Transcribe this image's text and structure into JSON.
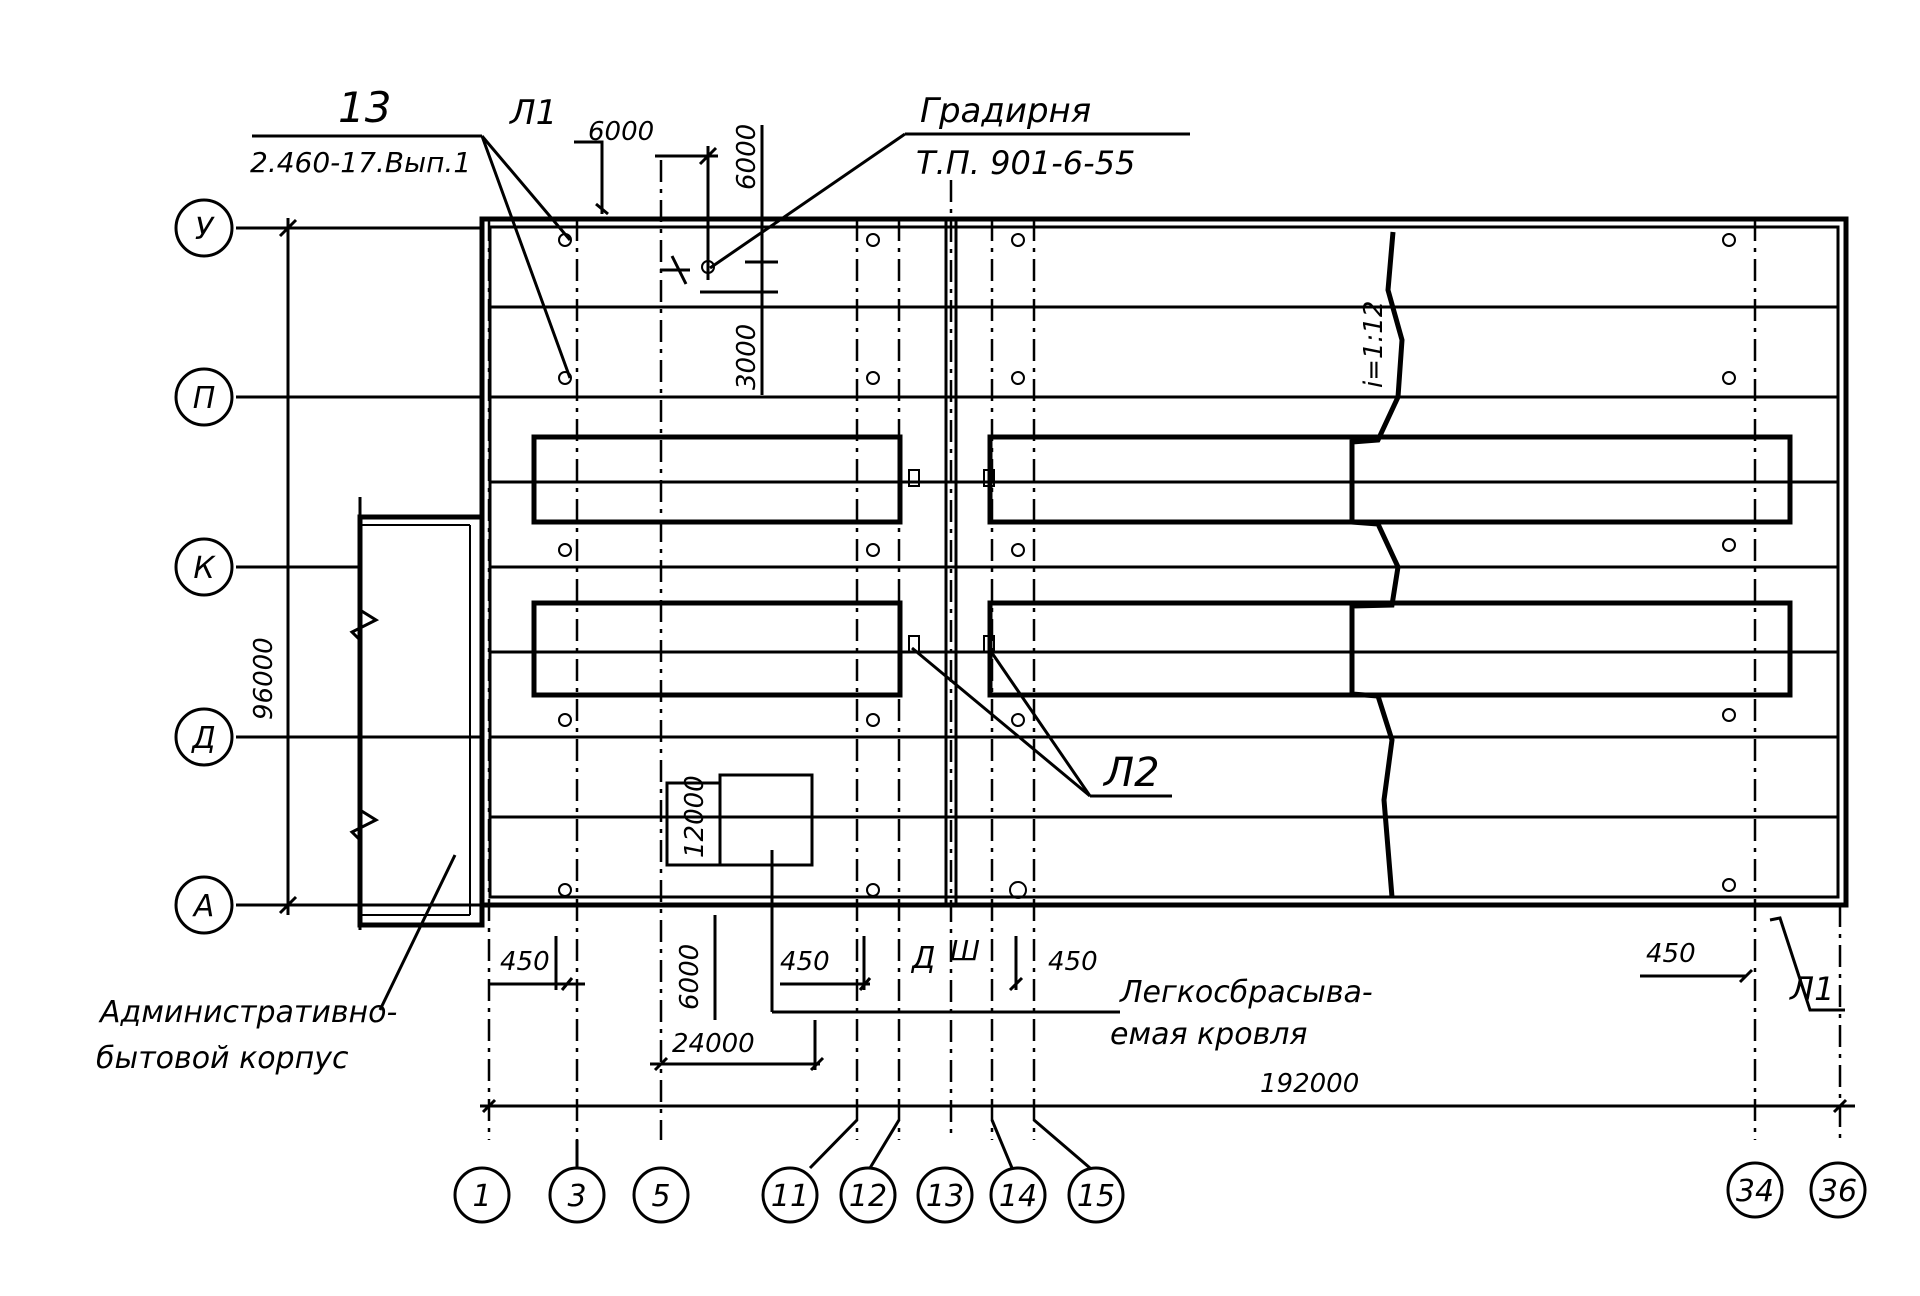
{
  "axes": {
    "rows": [
      "У",
      "П",
      "К",
      "Д",
      "А"
    ],
    "columns": [
      "1",
      "3",
      "5",
      "11",
      "12",
      "13",
      "14",
      "15",
      "34",
      "36"
    ]
  },
  "labels": {
    "sheet_number": "13",
    "sheet_ref": "2.460-17.Вып.1",
    "cooling_tower": "Градирня",
    "cooling_tower_ref": "Т.П. 901-6-55",
    "ladder_1": "Л1",
    "ladder_1_right": "Л1",
    "ladder_2": "Л2",
    "slope": "i=1:12",
    "admin_line1": "Административно-",
    "admin_line2": "бытовой корпус",
    "roof_line1": "Легкосбрасыва-",
    "roof_line2": "емая кровля",
    "d_mark": "Д",
    "sh_mark": "Ш"
  },
  "dimensions": {
    "top_6000_h": "6000",
    "top_6000_v": "6000",
    "v_3000": "3000",
    "total_height": "96000",
    "box_12000": "12000",
    "v_6000": "6000",
    "d450_left": "450",
    "d450_mid": "450",
    "d450_right": "450",
    "d450_far": "450",
    "d24000": "24000",
    "d192000": "192000"
  }
}
